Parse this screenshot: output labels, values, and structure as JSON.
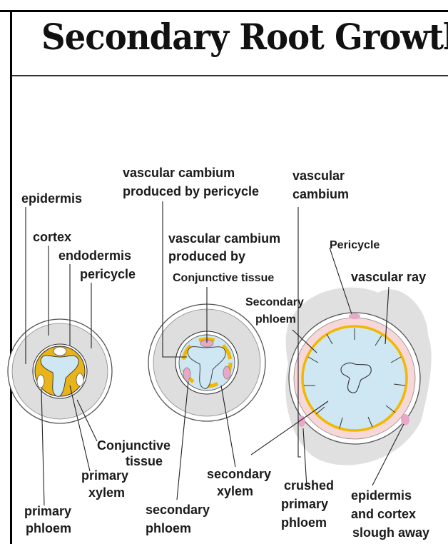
{
  "title": "Secondary Root Growth",
  "colors": {
    "cortex": "#dedede",
    "stele": "#cfe7f2",
    "primary_xylem_bundle": "#e8b41a",
    "secondary_phloem": "#f7d7d7",
    "vascular_cambium": "#f0b800",
    "phloem_patch": "#e8a8c8"
  },
  "labels": {
    "epidermis": "epidermis",
    "cortex": "cortex",
    "endodermis": "endodermis",
    "pericycle": "pericycle",
    "conjunctive_tissue": [
      "Conjunctive",
      "tissue"
    ],
    "primary_xylem": [
      "primary",
      "xylem"
    ],
    "primary_phloem": [
      "primary",
      "phloem"
    ],
    "vc_by_pericycle": [
      "vascular cambium",
      "produced by pericycle"
    ],
    "vc_by_conjunctive": [
      "vascular cambium",
      "produced by",
      "Conjunctive tissue"
    ],
    "secondary_phloem_mid": [
      "secondary",
      "phloem"
    ],
    "secondary_xylem": [
      "secondary",
      "xylem"
    ],
    "vascular_cambium": [
      "vascular",
      "cambium"
    ],
    "pericycle_right": "Pericycle",
    "vascular_ray": "vascular ray",
    "secondary_phloem_right": [
      "Secondary",
      "phloem"
    ],
    "crushed_primary_phloem": [
      "crushed",
      "primary",
      "phloem"
    ],
    "epidermis_slough": [
      "epidermis",
      "and cortex",
      "slough away"
    ]
  }
}
